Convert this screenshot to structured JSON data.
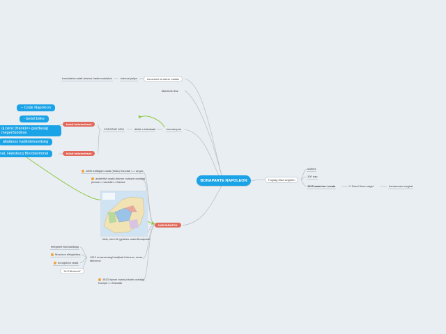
{
  "central": {
    "title": "BONAPARTE NAPOLEON"
  },
  "top": {
    "n1": "francidalom alatt alezres hadmozdulatok",
    "n2": "katonai pálya",
    "n3": "konzulusi rendszer csalás",
    "n4": "tábornok lesz"
  },
  "politics": {
    "csaszar": "CSÁSZÁR 1804",
    "diktalsz": "diktál a hatalmat",
    "kormany": "kormányzat",
    "belso_red": "belső intézkedések",
    "kulso_red": "külső intézkedések",
    "blue_items": [
      "– Code Napoleon",
      "- belső béke",
      "új pénz (frank)=> gazdaság megerősödése",
      "általános hadkötelezettség",
      "val, Habsburg Birodalommal"
    ]
  },
  "right": {
    "exile": "Fogság Elba szigetén",
    "exile_sub1": "szökés",
    "exile_sub2": "100 nap",
    "waterloo": "1815 waterloo-i csata",
    "helena": "Szent Ilona sziget",
    "death": "hamarosan meghal"
  },
  "wars": {
    "label": "HADJÁRATOK",
    "b1": "1805 trafalgari csata (flotta) franciák <-> angol",
    "b2": "austerlitzi csata (három császár csatája) jonasz<->osztrák<->francia",
    "map_caption": "több, mint 60 győztes csata Bonapárte",
    "b3": "1812 oroszországi hadjárat Kutuzov, orosz tábornok",
    "sub1": "felégetett föld taktikája",
    "sub2": "Moszkva elfoglalása",
    "sub3": "borogdinoi csata",
    "sub4": "\"tél Tábornok\"",
    "b4": "1813 lipcsei csata (népek csatája) Európa <->franciák"
  }
}
